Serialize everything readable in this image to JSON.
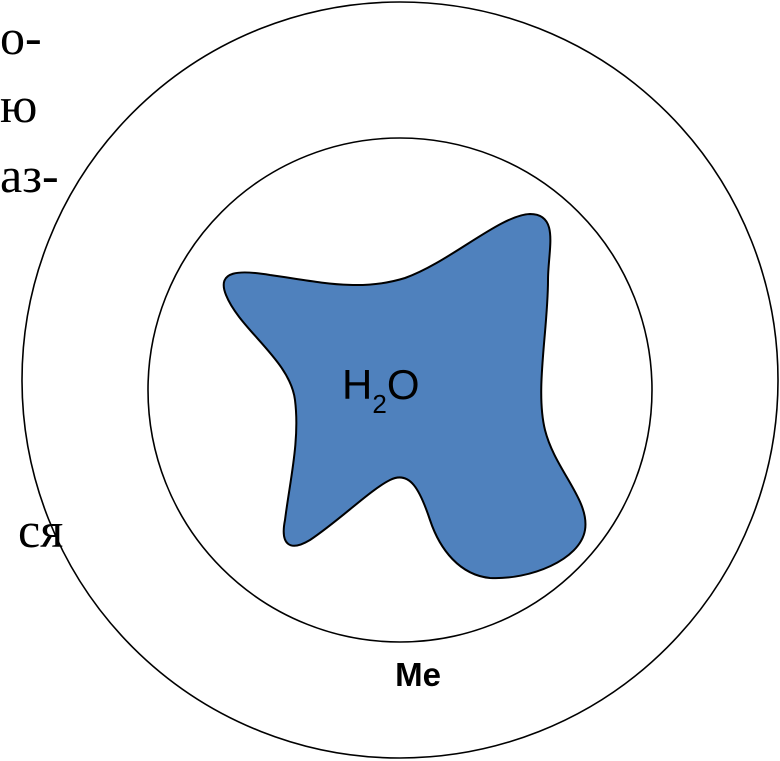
{
  "text_fragments": [
    "о-",
    "ю",
    "аз-",
    "ся"
  ],
  "diagram": {
    "inner_label_main": "H",
    "inner_label_sub": "2",
    "inner_label_end": "O",
    "outer_label": "Me"
  },
  "colors": {
    "blob_fill": "#4f81bd",
    "stroke": "#000000",
    "background": "#ffffff"
  }
}
